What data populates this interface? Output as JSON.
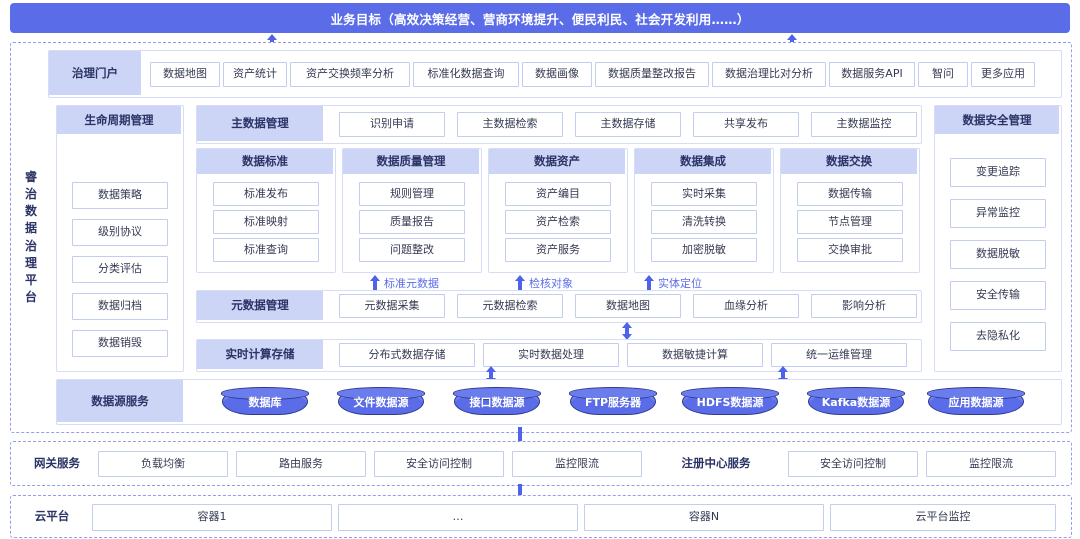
{
  "title_banner": {
    "text": "业务目标（高效决策经营、营商环境提升、便民利民、社会开发利用……）"
  },
  "platform_label": {
    "chars": [
      "睿",
      "治",
      "数",
      "据",
      "治",
      "理",
      "平",
      "台"
    ]
  },
  "portal": {
    "header": "治理门户",
    "apps": [
      "数据地图",
      "资产统计",
      "资产交换频率分析",
      "标准化数据查询",
      "数据画像",
      "数据质量整改报告",
      "数据治理比对分析",
      "数据服务API",
      "智问",
      "更多应用"
    ]
  },
  "lifecycle": {
    "header": "生命周期管理",
    "items": [
      "数据策略",
      "级别协议",
      "分类评估",
      "数据归档",
      "数据销毁"
    ]
  },
  "master_data": {
    "header": "主数据管理",
    "items": [
      "识别申请",
      "主数据检索",
      "主数据存储",
      "共享发布",
      "主数据监控"
    ]
  },
  "security": {
    "header": "数据安全管理",
    "items": [
      "变更追踪",
      "异常监控",
      "数据脱敏",
      "安全传输",
      "去隐私化"
    ]
  },
  "domains": [
    {
      "header": "数据标准",
      "items": [
        "标准发布",
        "标准映射",
        "标准查询"
      ]
    },
    {
      "header": "数据质量管理",
      "items": [
        "规则管理",
        "质量报告",
        "问题整改"
      ]
    },
    {
      "header": "数据资产",
      "items": [
        "资产编目",
        "资产检索",
        "资产服务"
      ]
    },
    {
      "header": "数据集成",
      "items": [
        "实时采集",
        "清洗转换",
        "加密脱敏"
      ]
    },
    {
      "header": "数据交换",
      "items": [
        "数据传输",
        "节点管理",
        "交换审批"
      ]
    }
  ],
  "flow_annotations": [
    "标准元数据",
    "检核对象",
    "实体定位"
  ],
  "metadata": {
    "header": "元数据管理",
    "items": [
      "元数据采集",
      "元数据检索",
      "数据地图",
      "血缘分析",
      "影响分析"
    ]
  },
  "realtime": {
    "header": "实时计算存储",
    "items": [
      "分布式数据存储",
      "实时数据处理",
      "数据敏捷计算",
      "统一运维管理"
    ]
  },
  "datasource": {
    "header": "数据源服务",
    "items": [
      "数据库",
      "文件数据源",
      "接口数据源",
      "FTP服务器",
      "HDFS数据源",
      "Kafka数据源",
      "应用数据源"
    ]
  },
  "gateway": {
    "header": "网关服务",
    "items": [
      "负载均衡",
      "路由服务",
      "安全访问控制",
      "监控限流"
    ],
    "registry_header": "注册中心服务",
    "registry_items": [
      "安全访问控制",
      "监控限流"
    ]
  },
  "cloud": {
    "header": "云平台",
    "items": [
      "容器1",
      "…",
      "容器N",
      "云平台监控"
    ]
  },
  "colors": {
    "banner": "#5a6ce8",
    "header_fill": "#ccd5f5",
    "cell_border": "#c3cdf0",
    "accent": "#4f63e8",
    "cylinder": "#5a6ce8",
    "dash_border": "#8f9ef0"
  }
}
